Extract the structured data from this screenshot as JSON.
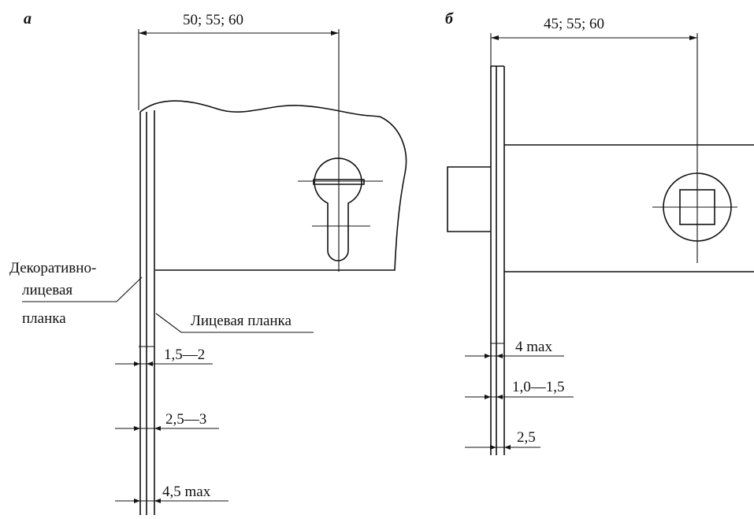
{
  "figure_a": {
    "letter": "а",
    "top_dimension": "50; 55; 60",
    "callout_decorative": [
      "Декоративно-",
      "лицевая",
      "планка"
    ],
    "callout_face": "Лицевая планка",
    "dim_1": "1,5—2",
    "dim_2": "2,5—3",
    "dim_3": "4,5 max"
  },
  "figure_b": {
    "letter": "б",
    "top_dimension": "45; 55; 60",
    "dim_1": "4 max",
    "dim_2": "1,0—1,5",
    "dim_3": "2,5"
  }
}
